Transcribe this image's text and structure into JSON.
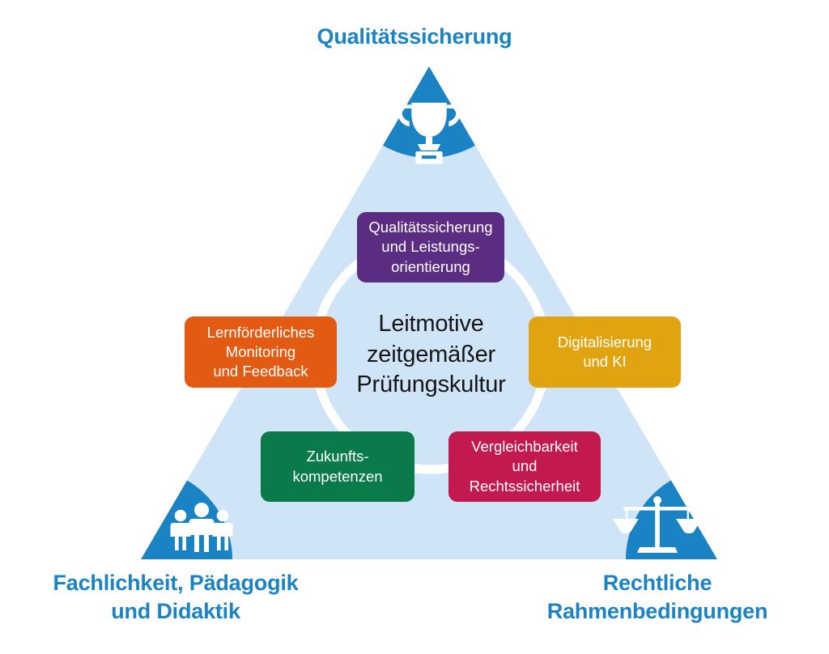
{
  "diagram": {
    "type": "triangle-framework",
    "center": {
      "title": "Leitmotive\nzeitgemäßer\nPrüfungskultur"
    },
    "corners": [
      {
        "id": "top",
        "label": "Qualitätssicherung",
        "icon": "trophy-icon",
        "color": "#1a83c4"
      },
      {
        "id": "bottom-left",
        "label": "Fachlichkeit, Pädagogik\nund Didaktik",
        "icon": "people-group-icon",
        "color": "#1a83c4"
      },
      {
        "id": "bottom-right",
        "label": "Rechtliche\nRahmenbedingungen",
        "icon": "balance-scale-icon",
        "color": "#1a83c4"
      }
    ],
    "themes": [
      {
        "id": "quality",
        "label": "Qualitätssicherung\nund Leistungs-\norientierung",
        "color": "#5a2d82"
      },
      {
        "id": "monitoring",
        "label": "Lernförderliches\nMonitoring\nund Feedback",
        "color": "#e35b12"
      },
      {
        "id": "digitalisation",
        "label": "Digitalisierung\nund KI",
        "color": "#e0a411"
      },
      {
        "id": "future-competences",
        "label": "Zukunfts-\nkompetenzen",
        "color": "#0b7a4b"
      },
      {
        "id": "comparability",
        "label": "Vergleichbarkeit\nund\nRechtssicherheit",
        "color": "#c2194e"
      }
    ],
    "colors": {
      "background": "#ffffff",
      "triangle_fill": "#cfe5f7",
      "corner_accent": "#1a83c4",
      "ring_stroke": "#ffffff",
      "center_text": "#161616"
    }
  }
}
